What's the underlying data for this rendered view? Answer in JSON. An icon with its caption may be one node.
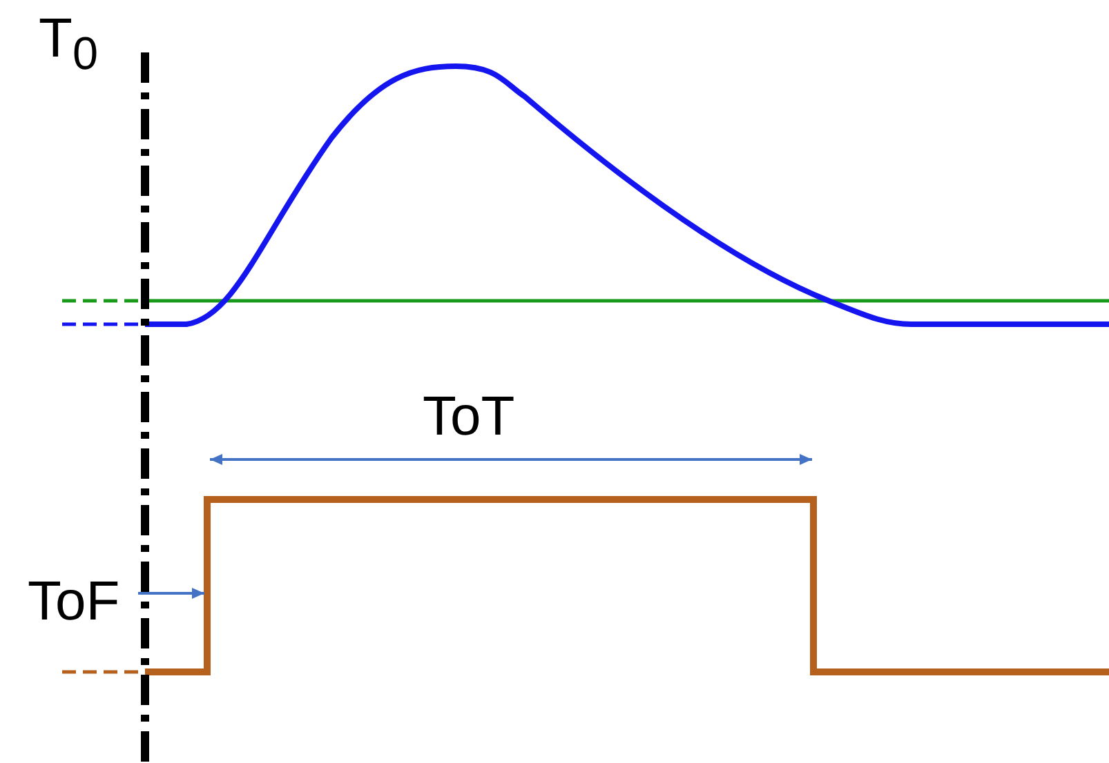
{
  "diagram": {
    "labels": [
      "T$_{0}$",
      "ToT",
      "ToF"
    ]
  }
}
